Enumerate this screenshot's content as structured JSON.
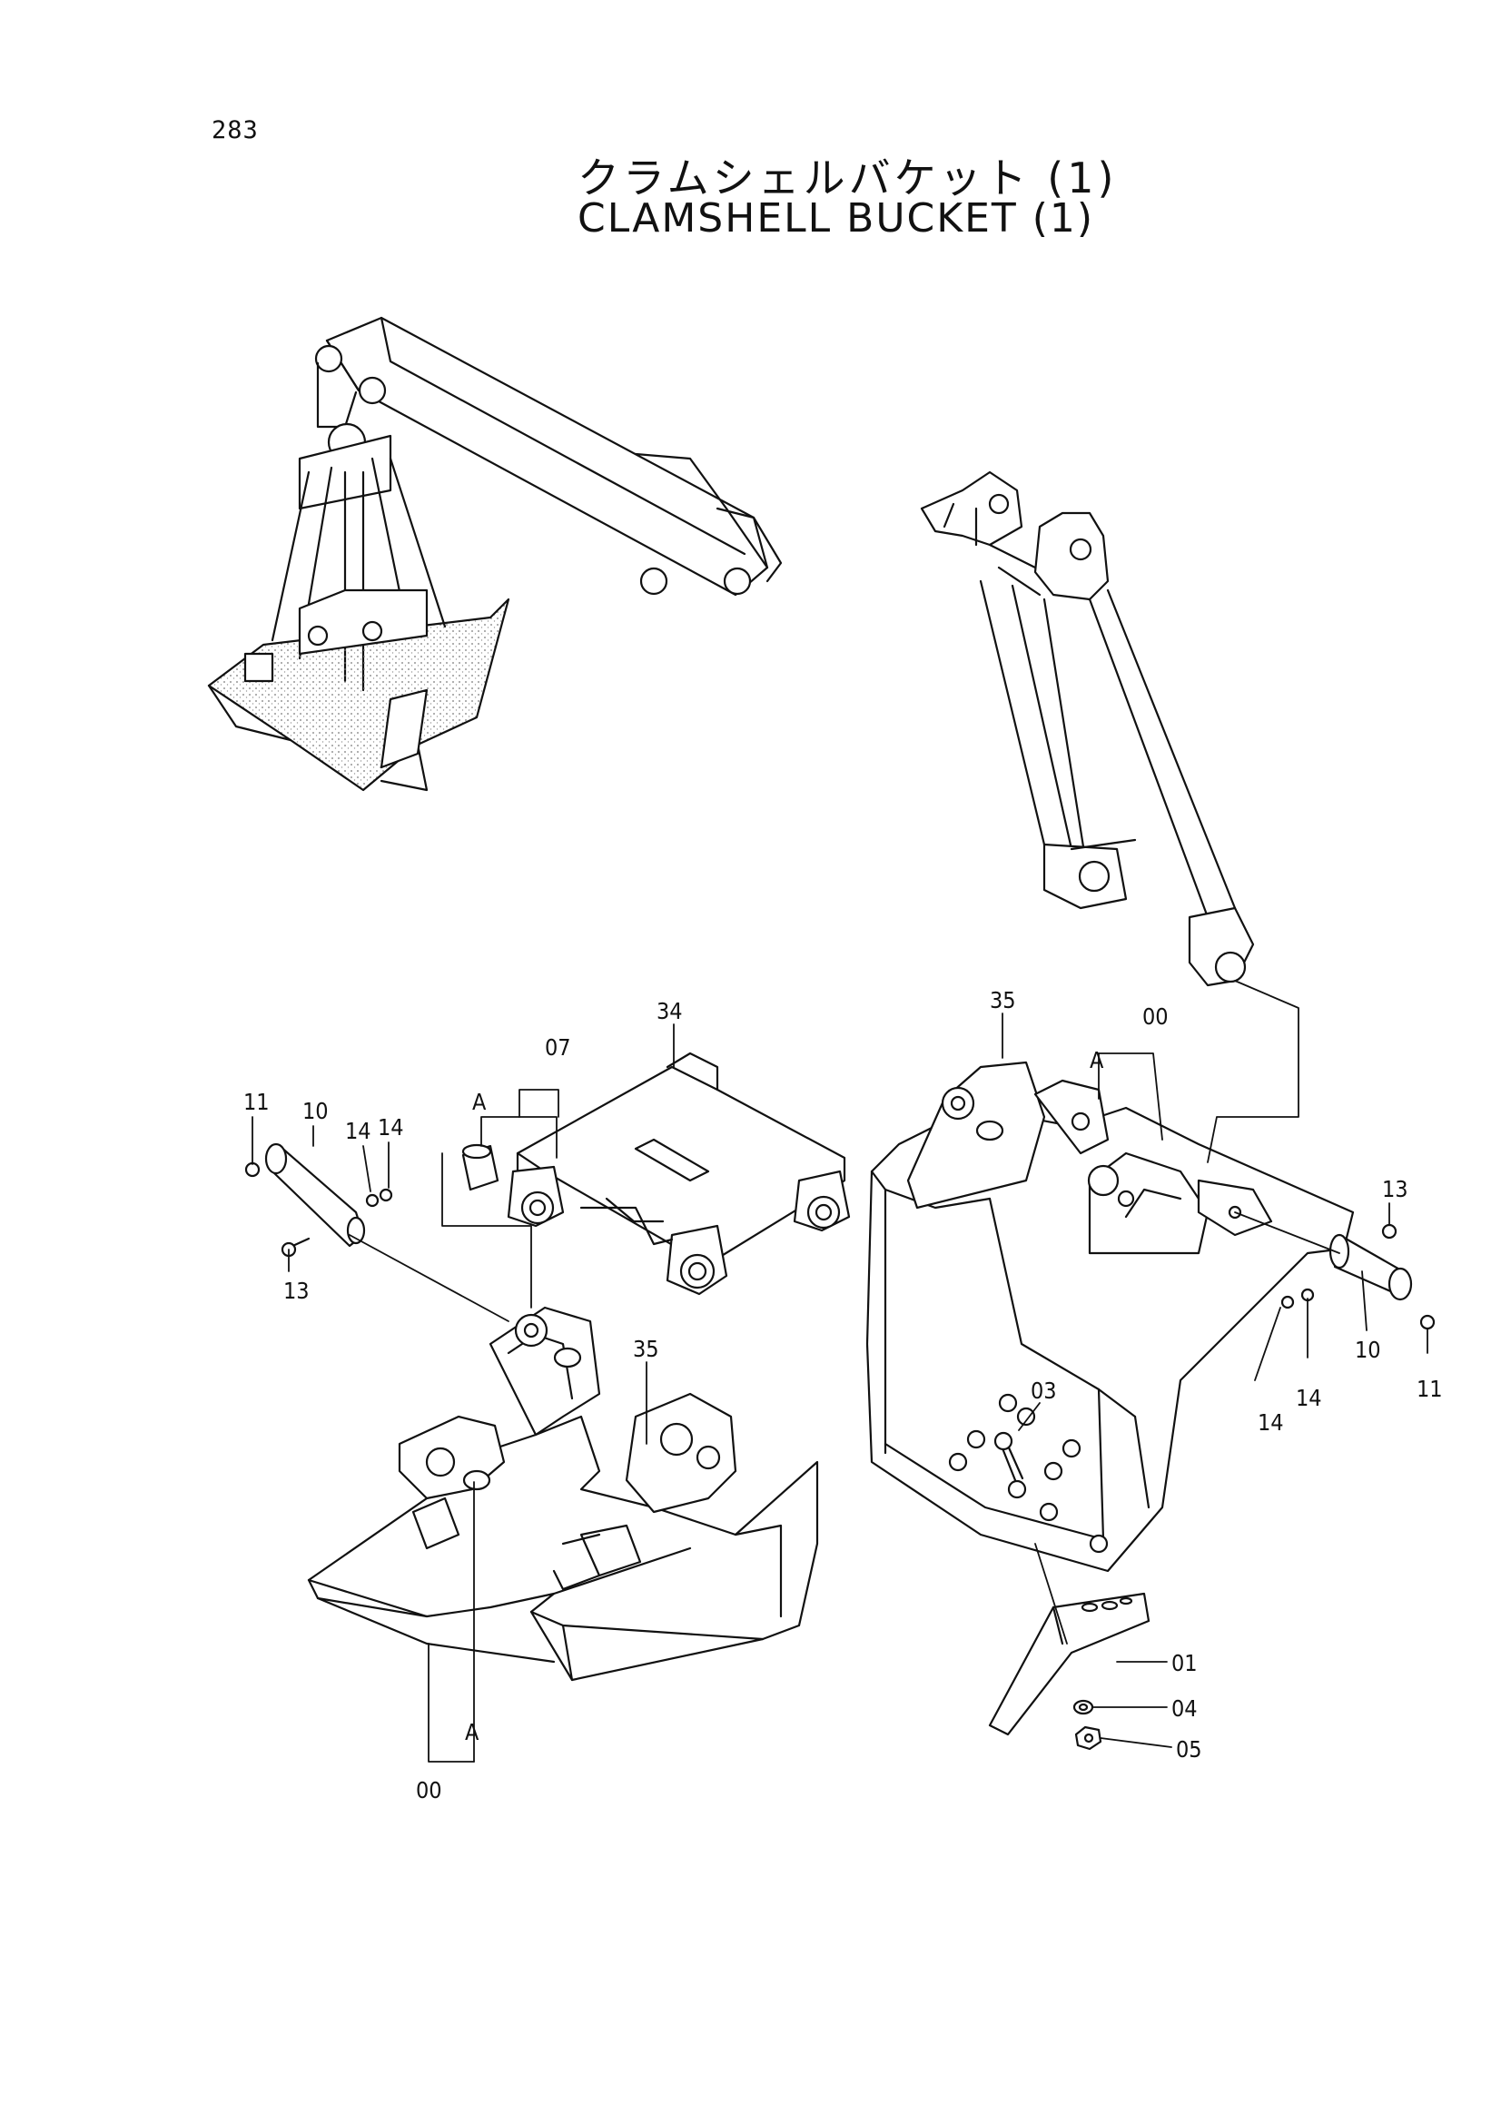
{
  "page": {
    "number": "283"
  },
  "title": {
    "japanese": "クラムシェルバケット (1)",
    "english": "CLAMSHELL  BUCKET  (1)"
  },
  "callouts": {
    "c11_left": "11",
    "c10_left": "10",
    "c14_a": "14",
    "c14_b": "14",
    "c13_left": "13",
    "c07": "07",
    "c34": "34",
    "cA_top": "A",
    "c35_left": "35",
    "cA_bottom": "A",
    "c00_left": "00",
    "c35_right": "35",
    "c00_right": "00",
    "cA_right": "A",
    "c13_right": "13",
    "c10_right": "10",
    "c11_right": "11",
    "c14_c": "14",
    "c14_d": "14",
    "c03": "03",
    "c01": "01",
    "c04": "04",
    "c05": "05"
  },
  "colors": {
    "ink": "#111111",
    "paper": "#ffffff",
    "stipple": "#8a8a8a"
  }
}
